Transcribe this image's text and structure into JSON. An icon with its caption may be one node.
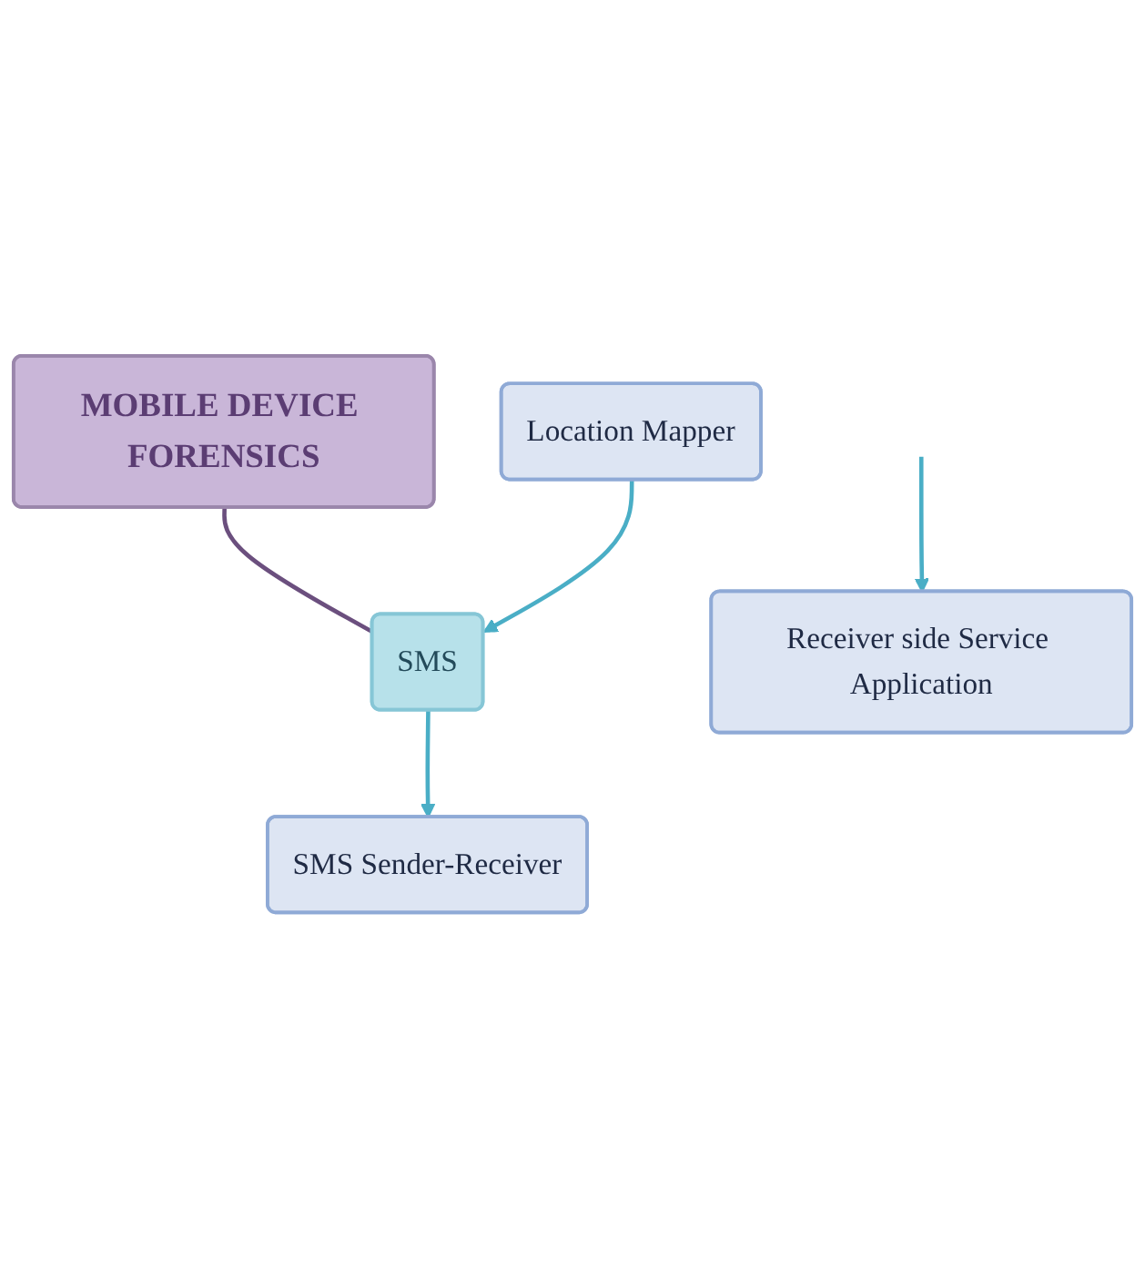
{
  "diagram": {
    "nodes": [
      {
        "text": [
          "MOBILE DEVICE FORENSICS"
        ]
      },
      {
        "text": [
          "SMS"
        ]
      },
      {
        "text": [
          "SMS Sender-Receiver"
        ]
      },
      {
        "text": [
          "Receiver side Service Application"
        ]
      },
      {
        "text": [
          "Location Mapper"
        ]
      }
    ],
    "edges": [
      {
        "from": 0,
        "to": 1,
        "arrow": "none",
        "color": "#6b4f7e"
      },
      {
        "from": 1,
        "to": 2,
        "arrow": "to"
      },
      {
        "from": 4,
        "to": 1,
        "arrow": "to"
      },
      {
        "from": null,
        "to": 3,
        "arrow": "to"
      }
    ]
  }
}
